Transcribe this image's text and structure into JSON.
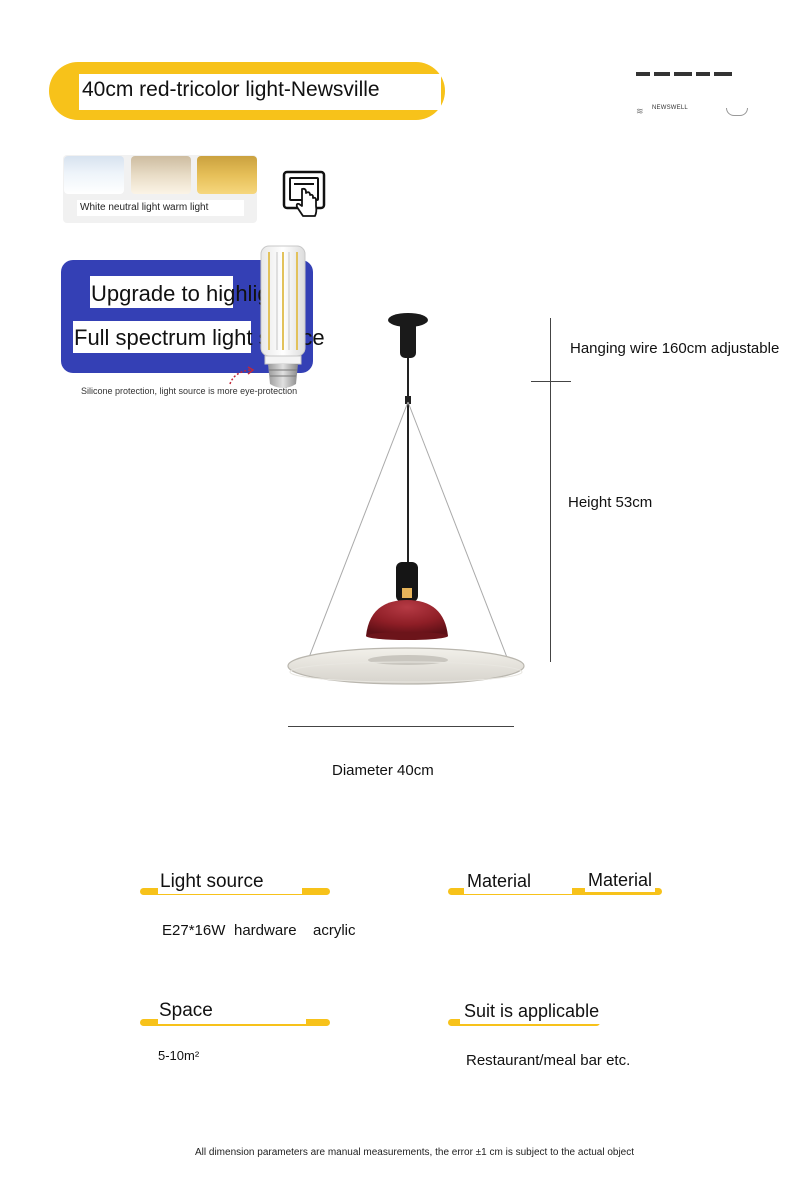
{
  "header": {
    "title": "40cm red-tricolor light-Newsville",
    "brand_text": "NEWSWELL"
  },
  "light_colors": {
    "label": "White neutral light warm light",
    "swatch_names": [
      "white-light",
      "neutral-light",
      "warm-light"
    ]
  },
  "upgrade_banner": {
    "line1": "Upgrade to highlight",
    "line2": "Full spectrum light source",
    "note": "Silicone protection, light source is more eye-protection"
  },
  "dimensions": {
    "hanging_wire": "Hanging wire 160cm adjustable",
    "height": "Height 53cm",
    "diameter": "Diameter 40cm"
  },
  "specs": {
    "light_source": {
      "label": "Light source",
      "value": "E27*16W"
    },
    "material_1": {
      "label": "Material",
      "value": "hardware"
    },
    "material_2": {
      "label": "Material",
      "value": "acrylic"
    },
    "space": {
      "label": "Space",
      "value": "5-10m²"
    },
    "suit": {
      "label": "Suit is applicable",
      "value": "Restaurant/meal bar etc."
    }
  },
  "footer": {
    "note": "All dimension parameters are manual measurements, the error ±1 cm is subject to the actual object"
  },
  "colors": {
    "accent_yellow": "#f7c21a",
    "banner_blue": "#3440b5",
    "shade_red": "#8e1e26"
  },
  "icons": [
    "touch-switch-icon",
    "arrow-icon",
    "brand-logo-icon"
  ]
}
